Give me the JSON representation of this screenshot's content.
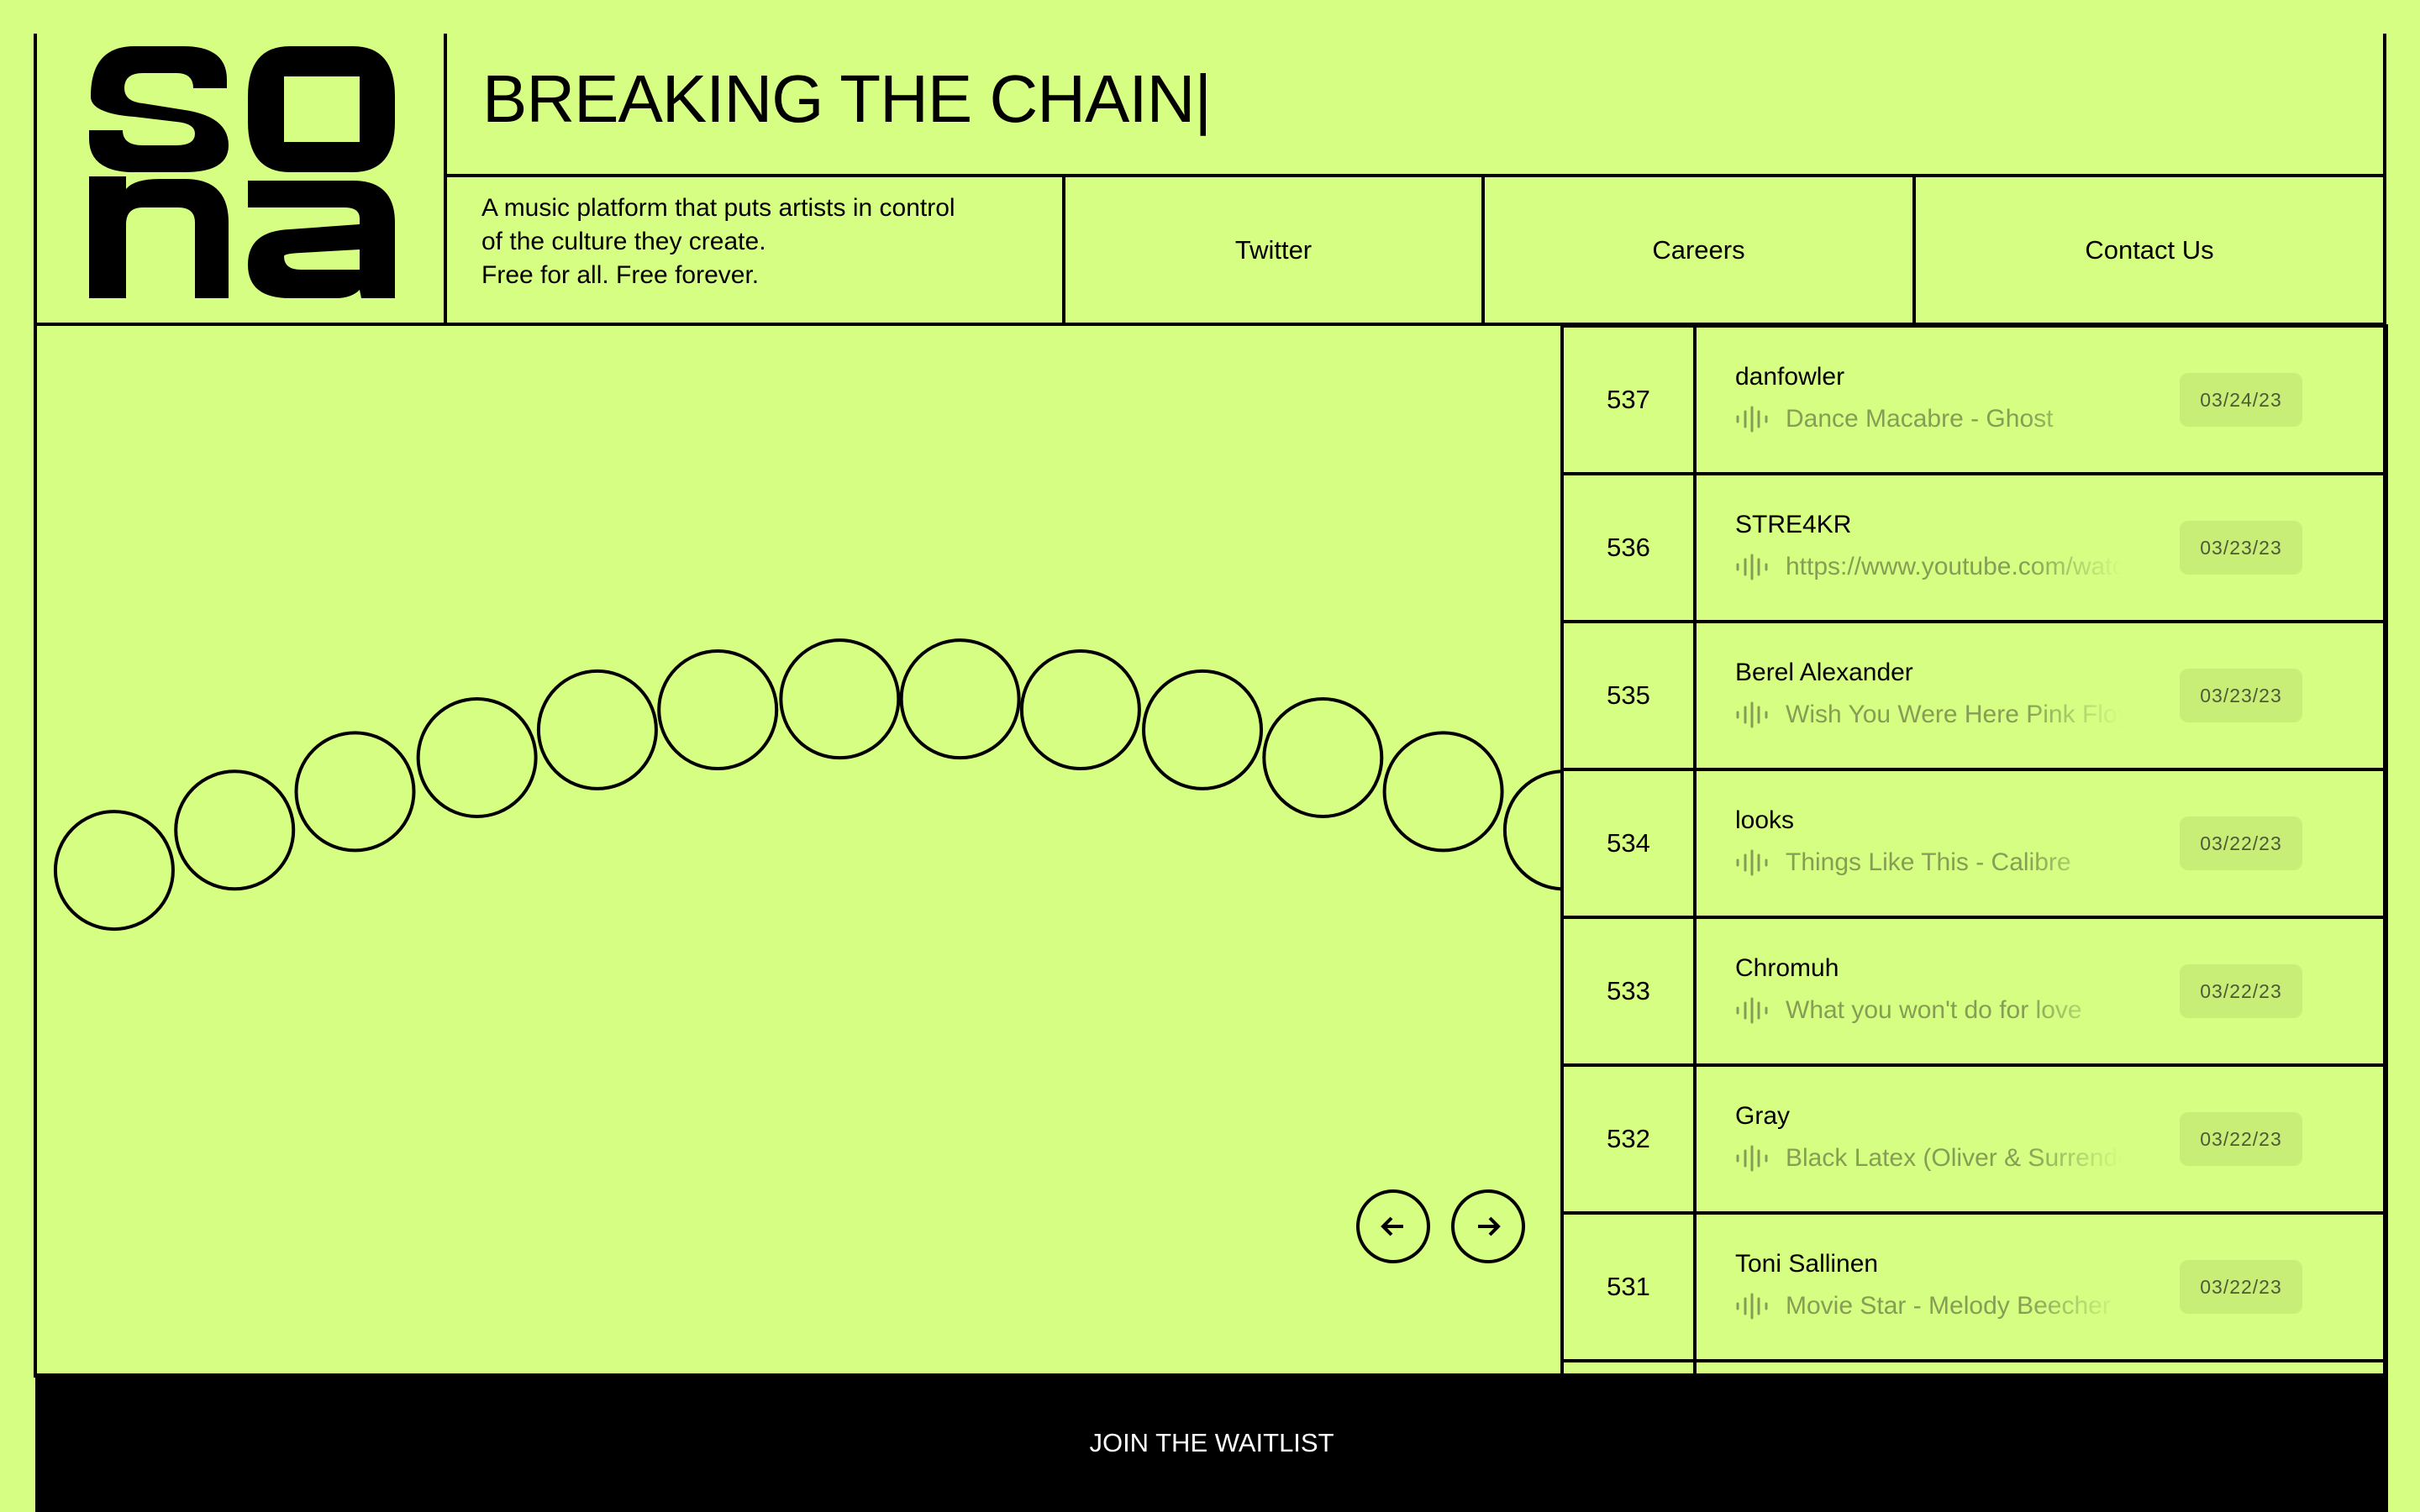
{
  "brand": {
    "logo_text": "sona"
  },
  "header": {
    "title": "BREAKING THE CHAIN|",
    "tagline": [
      "A music platform that puts artists in control",
      "of the culture they create.",
      "Free for all. Free forever."
    ]
  },
  "nav": {
    "twitter": "Twitter",
    "careers": "Careers",
    "contact": "Contact Us"
  },
  "carousel": {
    "prev_icon": "arrow-left-icon",
    "next_icon": "arrow-right-icon"
  },
  "submissions": [
    {
      "number": "537",
      "user": "danfowler",
      "track": "Dance Macabre - Ghost",
      "date": "03/24/23"
    },
    {
      "number": "536",
      "user": "STRE4KR",
      "track": "https://www.youtube.com/watch",
      "date": "03/23/23"
    },
    {
      "number": "535",
      "user": "Berel Alexander",
      "track": "Wish You Were Here Pink Floyd",
      "date": "03/23/23"
    },
    {
      "number": "534",
      "user": "looks",
      "track": "Things Like This - Calibre",
      "date": "03/22/23"
    },
    {
      "number": "533",
      "user": "Chromuh",
      "track": "What you won't do for love",
      "date": "03/22/23"
    },
    {
      "number": "532",
      "user": "Gray",
      "track": "Black Latex (Oliver & Surrender)",
      "date": "03/22/23"
    },
    {
      "number": "531",
      "user": "Toni Sallinen",
      "track": "Movie Star - Melody Beecher",
      "date": "03/22/23"
    }
  ],
  "footer": {
    "cta": "JOIN THE WAITLIST"
  },
  "colors": {
    "background": "#d5fe82",
    "line": "#000000",
    "muted_text": "#869d55",
    "badge_bg": "#c9ee78"
  }
}
